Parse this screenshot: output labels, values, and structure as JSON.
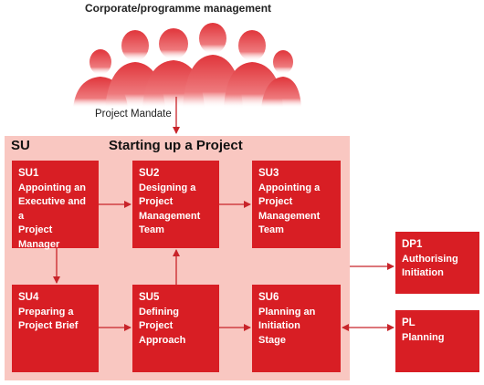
{
  "header": {
    "title": "Corporate/programme management"
  },
  "mandate_label": "Project Mandate",
  "process": {
    "code": "SU",
    "title": "Starting up a Project"
  },
  "boxes": {
    "su1": {
      "code": "SU1",
      "desc": "Appointing an\nExecutive and a\nProject Manager"
    },
    "su2": {
      "code": "SU2",
      "desc": "Designing a\nProject\nManagement\nTeam"
    },
    "su3": {
      "code": "SU3",
      "desc": "Appointing a\nProject\nManagement\nTeam"
    },
    "su4": {
      "code": "SU4",
      "desc": "Preparing a\nProject Brief"
    },
    "su5": {
      "code": "SU5",
      "desc": "Defining\nProject\nApproach"
    },
    "su6": {
      "code": "SU6",
      "desc": "Planning an\nInitiation\nStage"
    },
    "dp1": {
      "code": "DP1",
      "desc": "Authorising\nInitiation"
    },
    "pl": {
      "code": "PL",
      "desc": "Planning"
    }
  },
  "colors": {
    "box_red": "#d81e24",
    "panel_pink": "#f9c7c1",
    "people_red": "#e03a3f",
    "arrow": "#c8242a"
  },
  "icons": [
    "people-group-icon"
  ]
}
